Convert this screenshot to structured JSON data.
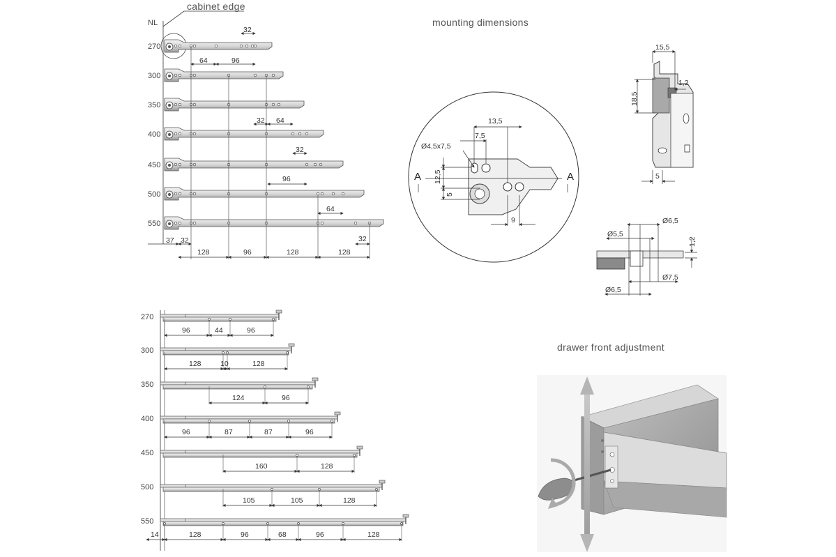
{
  "headings": {
    "cabinet_edge": "cabinet edge",
    "mounting_dimensions": "mounting dimensions",
    "drawer_front_adjustment": "drawer front adjustment"
  },
  "top_diagram": {
    "nl_label": "NL",
    "lengths": [
      "270",
      "300",
      "350",
      "400",
      "450",
      "500",
      "550"
    ],
    "dims": {
      "d32_top": "32",
      "d64_270": "64",
      "d96_270": "96",
      "d32_350": "32",
      "d64_350": "64",
      "d32_400": "32",
      "d96_450": "96",
      "d64_500": "64",
      "d32_550": "32",
      "b37": "37",
      "b32": "32",
      "b128a": "128",
      "b96": "96",
      "b128b": "128",
      "b128c": "128"
    }
  },
  "bottom_diagram": {
    "lengths": [
      "270",
      "300",
      "350",
      "400",
      "450",
      "500",
      "550"
    ],
    "dims": {
      "r270": [
        "96",
        "44",
        "96"
      ],
      "r300": [
        "128",
        "10",
        "128"
      ],
      "r350": [
        "124",
        "96"
      ],
      "r400": [
        "96",
        "87",
        "87",
        "96"
      ],
      "r450": [
        "160",
        "128"
      ],
      "r500": [
        "105",
        "105",
        "128"
      ],
      "r550": [
        "14",
        "128",
        "96",
        "68",
        "96",
        "128"
      ]
    }
  },
  "mounting": {
    "d135": "13,5",
    "d75": "7,5",
    "hole": "Ø4,5x7,5",
    "d125": "12,5",
    "d5": "5",
    "d9": "9",
    "section_a_left": "A",
    "section_a_right": "A"
  },
  "side_view": {
    "d155": "15,5",
    "d185": "18,5",
    "d12": "1,2",
    "d5": "5"
  },
  "section_view": {
    "d65_top": "Ø6,5",
    "d55": "Ø5,5",
    "d12": "1,2",
    "d75": "Ø7,5",
    "d65_bottom": "Ø6,5"
  },
  "icons": {
    "rotate": "rotate-arrow-icon",
    "vertical": "vertical-arrow-icon"
  }
}
